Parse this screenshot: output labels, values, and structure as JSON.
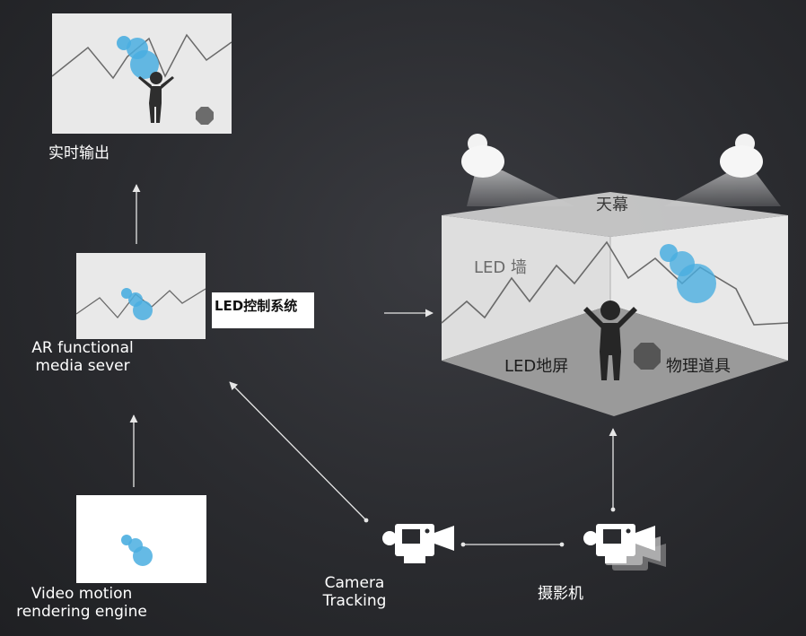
{
  "nodes": {
    "realtime_output": {
      "label": "实时输出"
    },
    "media_server": {
      "label_line1": "AR functional",
      "label_line2": "media sever"
    },
    "render_engine": {
      "label_line1": "Video motion",
      "label_line2": "rendering engine"
    },
    "led_control": {
      "label": "LED控制系统"
    },
    "camera_tracking": {
      "label_line1": "Camera",
      "label_line2": "Tracking"
    },
    "camera": {
      "label": "摄影机"
    }
  },
  "stage": {
    "ceiling": "天幕",
    "wall": "LED 墙",
    "floor": "LED地屏",
    "props": "物理道具"
  },
  "colors": {
    "background": "#2a2b2f",
    "panel": "#e9e9e9",
    "bubble": "#4aaee0",
    "line": "#ffffff"
  }
}
